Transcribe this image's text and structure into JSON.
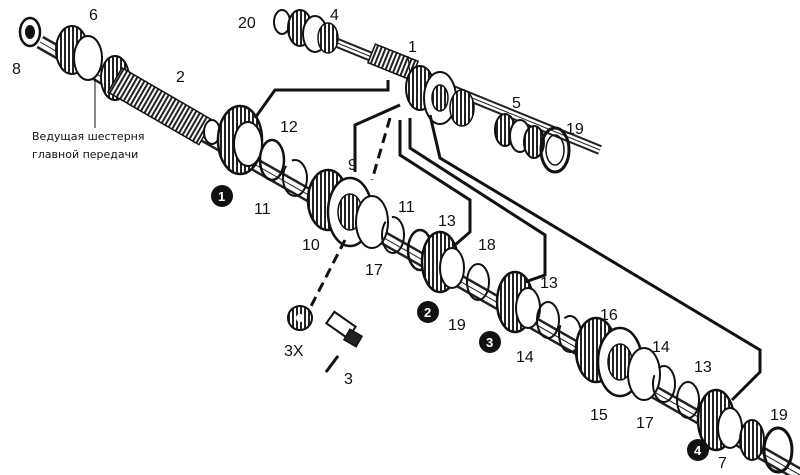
{
  "caption": {
    "line1": "Ведущая шестерня",
    "line2": "главной передачи"
  },
  "callouts": [
    {
      "id": "p1",
      "text": "1"
    },
    {
      "id": "p2",
      "text": "2"
    },
    {
      "id": "p3",
      "text": "3"
    },
    {
      "id": "p4",
      "text": "4"
    },
    {
      "id": "p5",
      "text": "5"
    },
    {
      "id": "p6",
      "text": "6"
    },
    {
      "id": "p7",
      "text": "7"
    },
    {
      "id": "p8",
      "text": "8"
    },
    {
      "id": "p9",
      "text": "9"
    },
    {
      "id": "p10",
      "text": "10"
    },
    {
      "id": "p11a",
      "text": "11"
    },
    {
      "id": "p11b",
      "text": "11"
    },
    {
      "id": "p12",
      "text": "12"
    },
    {
      "id": "p13a",
      "text": "13"
    },
    {
      "id": "p13b",
      "text": "13"
    },
    {
      "id": "p13c",
      "text": "13"
    },
    {
      "id": "p14a",
      "text": "14"
    },
    {
      "id": "p14b",
      "text": "14"
    },
    {
      "id": "p15",
      "text": "15"
    },
    {
      "id": "p16",
      "text": "16"
    },
    {
      "id": "p17a",
      "text": "17"
    },
    {
      "id": "p17b",
      "text": "17"
    },
    {
      "id": "p18",
      "text": "18"
    },
    {
      "id": "p19a",
      "text": "19"
    },
    {
      "id": "p19b",
      "text": "19"
    },
    {
      "id": "p19c",
      "text": "19"
    },
    {
      "id": "p20",
      "text": "20"
    },
    {
      "id": "p3x",
      "text": "3X"
    },
    {
      "id": "p3s",
      "text": "3"
    }
  ],
  "gear_badges": [
    {
      "id": "g1",
      "text": "1"
    },
    {
      "id": "g2",
      "text": "2"
    },
    {
      "id": "g3",
      "text": "3"
    },
    {
      "id": "g4",
      "text": "4"
    }
  ]
}
